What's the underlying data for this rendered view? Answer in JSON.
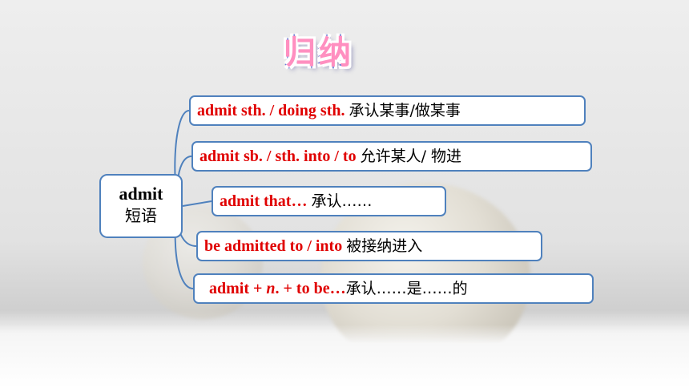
{
  "title": "归纳",
  "root": {
    "line1": "admit",
    "line2": "短语"
  },
  "branches": [
    {
      "en": "admit sth. / doing sth.",
      "zh": "承认某事/做某事"
    },
    {
      "en": "admit sb. / sth. into / to",
      "zh": "允许某人/ 物进"
    },
    {
      "en": "admit that…",
      "zh": "承认……"
    },
    {
      "en": "be admitted to / into",
      "zh": "被接纳进入"
    },
    {
      "en_a": "admit + ",
      "en_b": "n",
      "en_c": ". + to be…",
      "zh": "承认……是……的"
    }
  ],
  "colors": {
    "phrase": "#e00000",
    "border": "#4f81bd",
    "title": "#ff8fc0"
  }
}
